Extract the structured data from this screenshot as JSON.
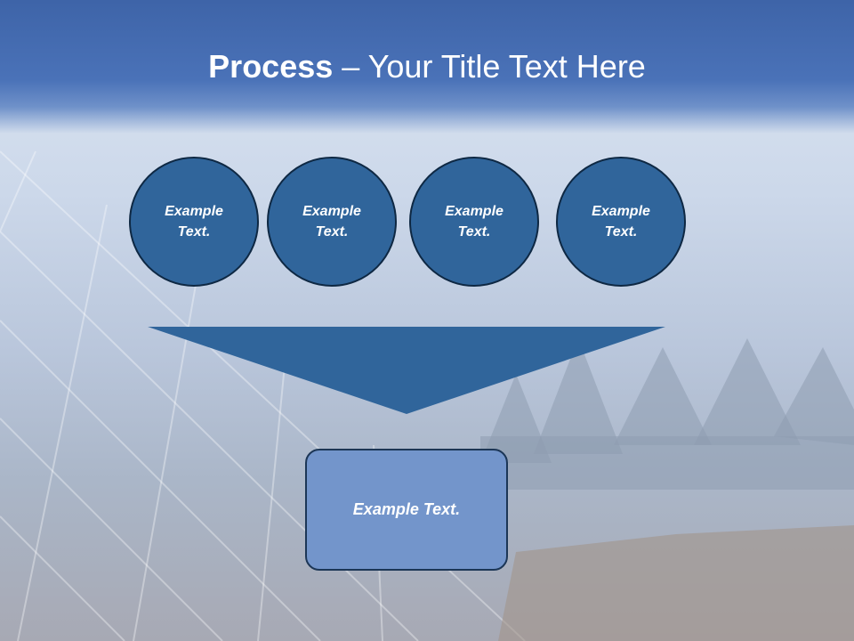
{
  "slide": {
    "title_bold": "Process",
    "title_rest": " – Your Title Text Here"
  },
  "steps": [
    {
      "line1": "Example",
      "line2": "Text."
    },
    {
      "line1": "Example",
      "line2": "Text."
    },
    {
      "line1": "Example",
      "line2": "Text."
    },
    {
      "line1": "Example",
      "line2": "Text."
    }
  ],
  "result": {
    "label": "Example Text."
  },
  "colors": {
    "title_band": "#4a72b8",
    "circle_fill": "#30659b",
    "circle_border": "#0e2843",
    "funnel_fill": "#30659b",
    "result_fill": "#7395cb"
  }
}
